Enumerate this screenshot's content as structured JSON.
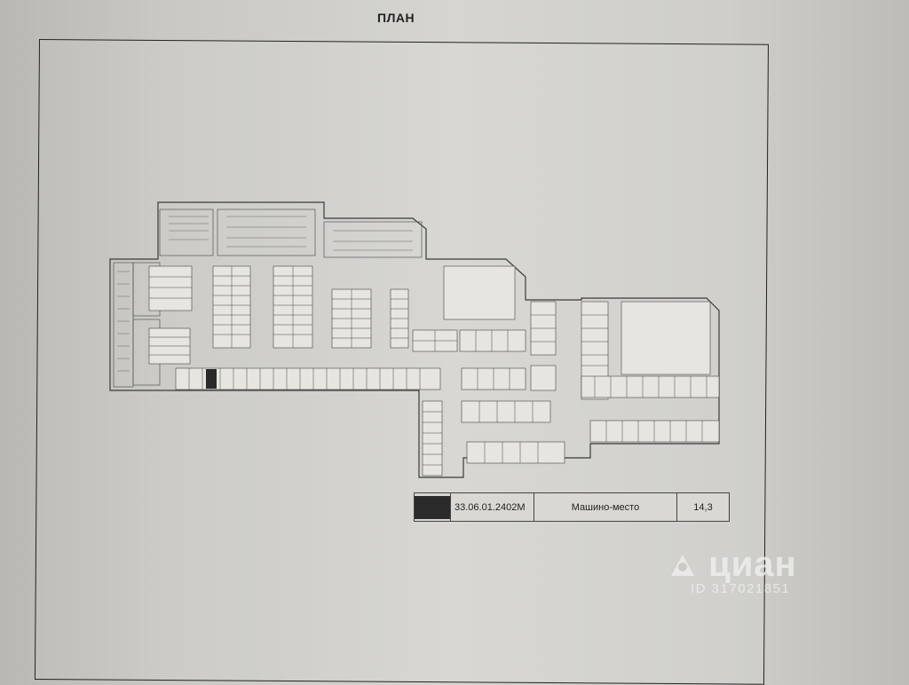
{
  "document": {
    "title": "ПЛАН"
  },
  "legend": {
    "swatch_color": "#2a2a2a",
    "code": "33.06.01.2402М",
    "type": "Машино-место",
    "area": "14,3"
  },
  "watermark": {
    "brand": "циан",
    "id": "ID 317021851"
  },
  "plan": {
    "highlighted_space": "selected parking space",
    "line_color": "#3a3a3a"
  }
}
